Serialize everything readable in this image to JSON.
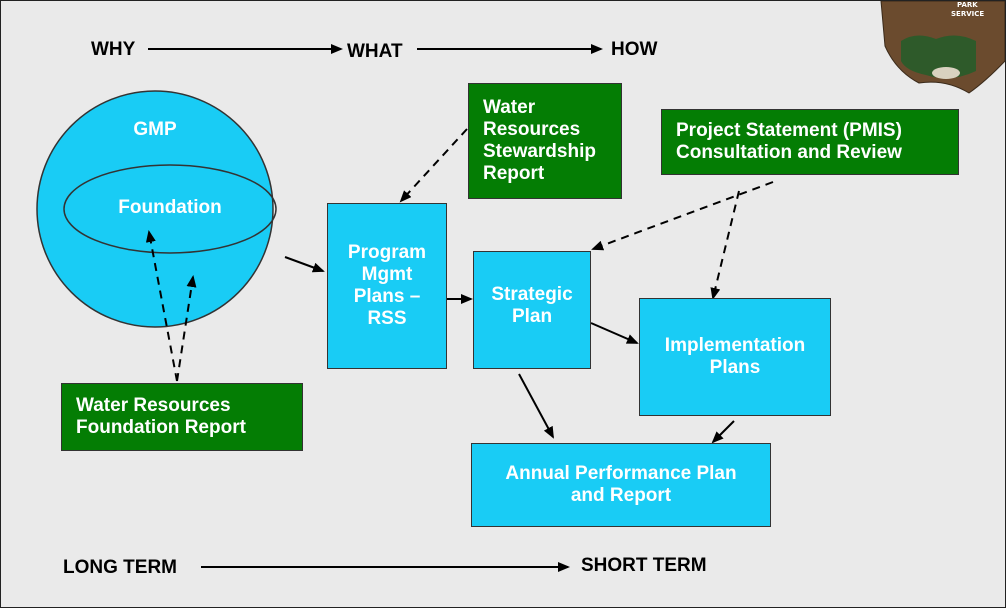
{
  "header": {
    "why": "WHY",
    "what": "WHAT",
    "how": "HOW"
  },
  "footer": {
    "long_term": "LONG TERM",
    "short_term": "SHORT TERM"
  },
  "nodes": {
    "gmp": "GMP",
    "foundation": "Foundation",
    "water_stewardship": [
      "Water",
      "Resources",
      "Stewardship",
      "Report"
    ],
    "pmis": [
      "Project Statement (PMIS)",
      "Consultation and Review"
    ],
    "program": [
      "Program",
      "Mgmt",
      "Plans –",
      "RSS"
    ],
    "strategic": [
      "Strategic",
      "Plan"
    ],
    "implementation": [
      "Implementation",
      "Plans"
    ],
    "annual": [
      "Annual Performance Plan",
      "and Report"
    ],
    "water_foundation": [
      "Water Resources",
      "Foundation Report"
    ]
  },
  "logo": {
    "text": [
      "PARK",
      "SERVICE"
    ]
  },
  "colors": {
    "process_box": "#19ccf5",
    "input_box": "#047d04",
    "background": "#eaeaea"
  }
}
